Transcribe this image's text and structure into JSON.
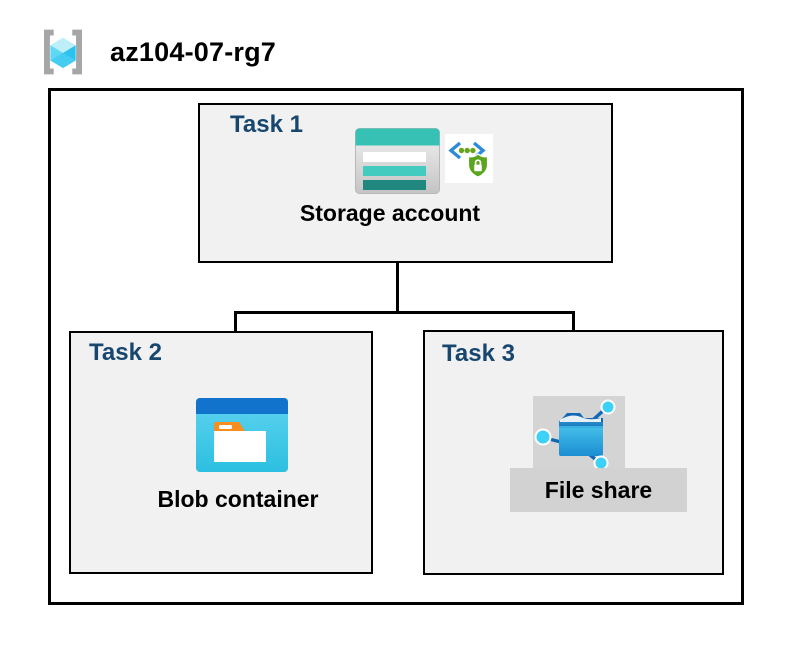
{
  "diagram": {
    "resource_group": "az104-07-rg7",
    "tasks": [
      {
        "label": "Task 1",
        "resource": "Storage account",
        "icons": [
          "storage-account-icon",
          "sas-shield-icon"
        ]
      },
      {
        "label": "Task 2",
        "resource": "Blob container",
        "icons": [
          "blob-container-icon"
        ]
      },
      {
        "label": "Task 3",
        "resource": "File share",
        "icons": [
          "file-share-icon"
        ]
      }
    ],
    "icons": {
      "header": "resource-group-icon"
    },
    "colors": {
      "task_label": "#17466e",
      "box_fill": "#f1f1f1",
      "box_border": "#000000",
      "connector": "#000000",
      "storage_teal": "#37c1b5",
      "storage_teal_dark": "#20887e",
      "blob_top_blue": "#1173cc",
      "blob_body_cyan": "#3fc9e8",
      "folder_tab_orange": "#f78f20",
      "file_share_blue": "#1a86c9",
      "node_cyan": "#3ed1f7",
      "shield_green": "#5aa41e",
      "bracket_blue": "#2e8bd8",
      "rg_bracket_gray": "#a6a6a6",
      "rg_cube_cyan": "#53d4f4",
      "file_share_label_bg": "#d2d2d2"
    }
  }
}
